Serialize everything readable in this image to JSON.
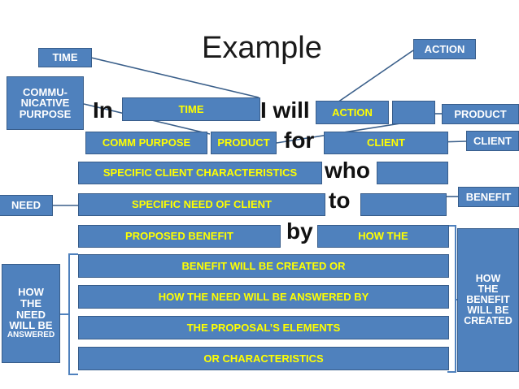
{
  "page": {
    "title": "Example",
    "colors": {
      "box_fill": "#4f81bd",
      "box_border": "#385d8a",
      "label_text": "#ffffff",
      "slot_text": "#ffff00",
      "connector": "#3a5f8a",
      "background": "#ffffff"
    }
  },
  "category_labels": {
    "time": "TIME",
    "communicative_purpose": "COMMU-\nNICATIVE\nPURPOSE",
    "communicative_purpose_lines": [
      "COMMU-",
      "NICATIVE",
      "PURPOSE"
    ],
    "action": "ACTION",
    "product": "PRODUCT",
    "client": "CLIENT",
    "need": "NEED",
    "benefit": "BENEFIT",
    "how_need_answered_lines": [
      "HOW",
      "THE",
      "NEED",
      "WILL BE"
    ],
    "how_need_answered_small": "ANSWERED",
    "how_benefit_created_lines": [
      "HOW",
      "THE",
      "BENEFIT",
      "WILL BE",
      "CREATED"
    ]
  },
  "sentence_words": {
    "in": "In",
    "i_will": "I will",
    "for": "for",
    "who": "who",
    "to": "to",
    "by": "by"
  },
  "slots": {
    "time": "TIME",
    "action": "ACTION",
    "action_blank": "",
    "comm_purpose": "COMM PURPOSE",
    "product": "PRODUCT",
    "client": "CLIENT",
    "specific_client_characteristics": "SPECIFIC CLIENT CHARACTERISTICS",
    "who_blank": "",
    "specific_need_of_client": "SPECIFIC NEED OF CLIENT",
    "to_blank": "",
    "proposed_benefit": "PROPOSED BENEFIT",
    "how_the": "HOW THE",
    "benefit_will_be_created_or": "BENEFIT WILL BE CREATED OR",
    "how_the_need_will_be_answered_by": "HOW THE NEED WILL BE ANSWERED BY",
    "the_proposals_elements": "THE PROPOSAL’S ELEMENTS",
    "or_characteristics": "OR CHARACTERISTICS"
  }
}
